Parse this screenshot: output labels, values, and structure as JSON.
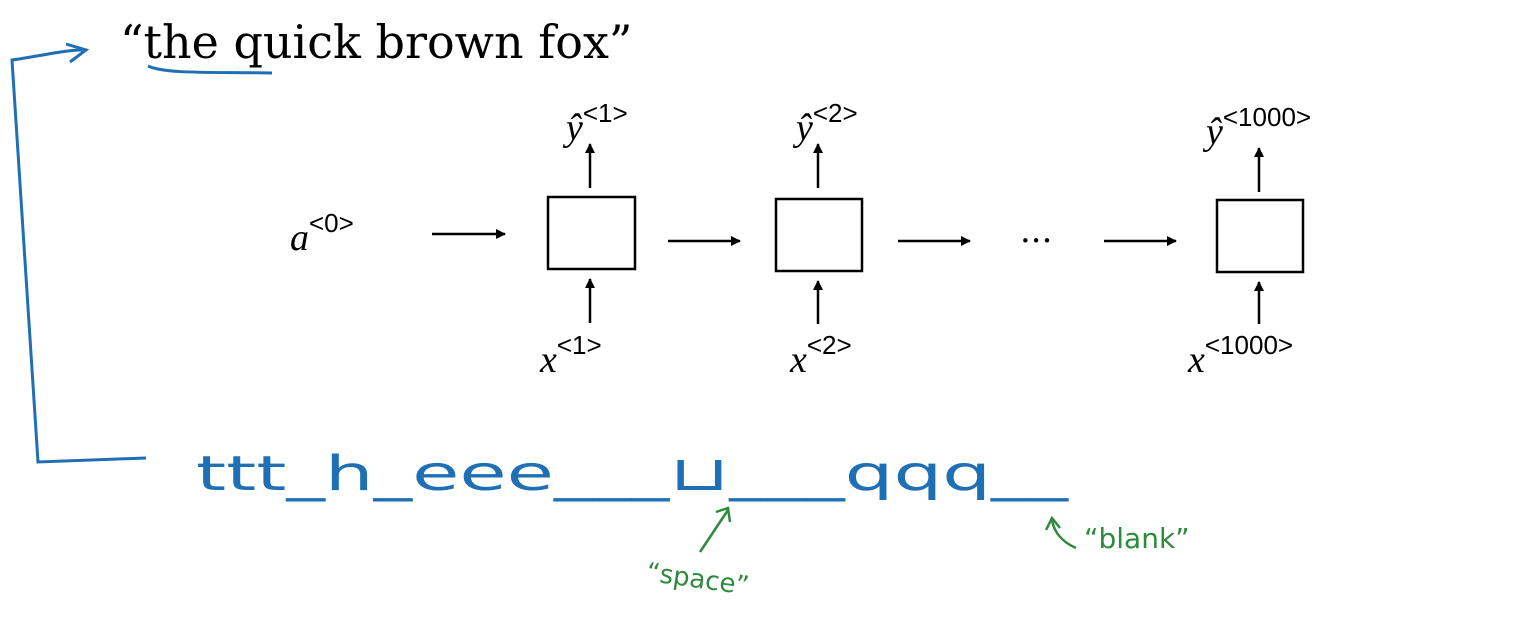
{
  "sentence": "“the quick brown fox”",
  "a0": {
    "base": "a",
    "sup": "<0>"
  },
  "outputs": [
    {
      "base": "ŷ",
      "sup": "<1>"
    },
    {
      "base": "ŷ",
      "sup": "<2>"
    },
    {
      "base": "ŷ",
      "sup": "<1000>"
    }
  ],
  "inputs": [
    {
      "base": "x",
      "sup": "<1>"
    },
    {
      "base": "x",
      "sup": "<2>"
    },
    {
      "base": "x",
      "sup": "<1000>"
    }
  ],
  "ellipsis": "···",
  "ctc_output": "ttt_h_eee___⊔___qqq__",
  "annotations": {
    "space": "“space”",
    "blank": "“blank”"
  },
  "colors": {
    "ink_blue": "#1f6fb5",
    "ink_green": "#2e8b3e",
    "black": "#000000"
  }
}
